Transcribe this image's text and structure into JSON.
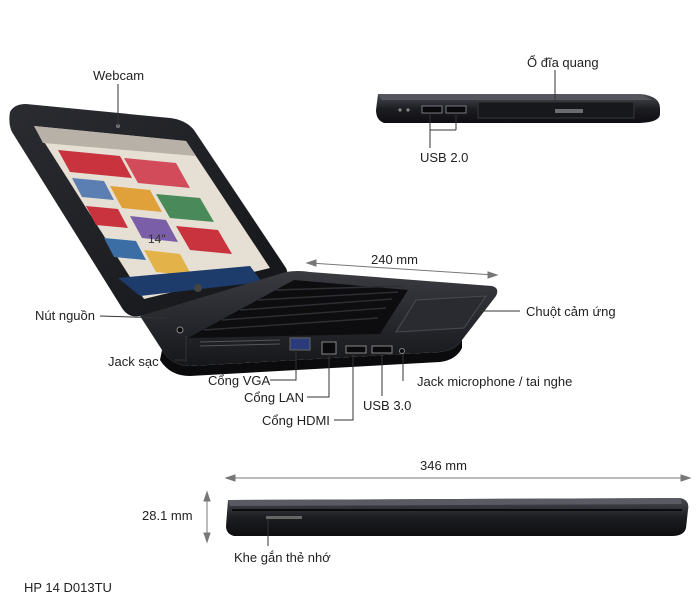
{
  "labels": {
    "webcam": "Webcam",
    "optical_drive": "Ổ đĩa quang",
    "usb20": "USB 2.0",
    "screen_size": "14\"",
    "width_dim": "240 mm",
    "power_button": "Nút nguồn",
    "touchpad": "Chuột cảm ứng",
    "charging_jack": "Jack sạc",
    "vga_port": "Cổng VGA",
    "lan_port": "Cổng LAN",
    "hdmi_port": "Cổng HDMI",
    "usb30": "USB 3.0",
    "audio_jack": "Jack microphone / tai nghe",
    "length_dim": "346 mm",
    "thickness_dim": "28.1 mm",
    "card_slot": "Khe gắn thẻ nhớ",
    "model": "HP 14 D013TU"
  },
  "colors": {
    "body": "#1c1d22",
    "body_edge": "#3a3b40",
    "screen_bg": "#e8e1d6",
    "accent_red": "#c8333e",
    "leader": "#333333"
  }
}
